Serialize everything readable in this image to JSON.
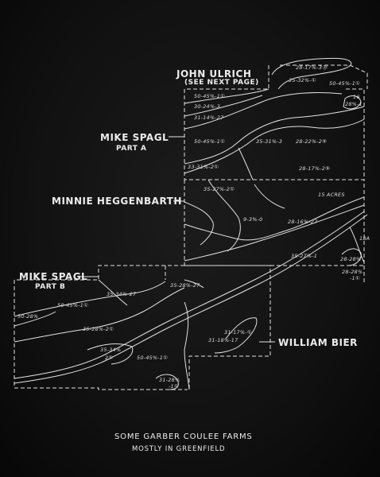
{
  "owners": {
    "john_ulrich": "JOHN ULRICH",
    "john_ulrich_note": "(SEE NEXT PAGE)",
    "mike_spagl_a": "MIKE SPAGL",
    "part_a": "PART A",
    "minnie": "MINNIE HEGGENBARTH",
    "mike_spagl_b": "MIKE SPAGL",
    "part_b": "PART B",
    "william_bier": "WILLIAM BIER"
  },
  "soil_labels": [
    "28-17%-3Ⓓ",
    "35-32%-①",
    "50-45%-1①",
    "50-45%-1①",
    "30-24%-3",
    "31-14%-27",
    "28%-1",
    "16",
    "50-45%-1①",
    "35-31%-3",
    "28-22%-2⑨",
    "33-31%-2①",
    "28-17%-2⑨",
    "35-27%-2①",
    "15 ACRES",
    "9-3%-0",
    "28-16%-27",
    "35-27%-1",
    "18A",
    "28-28%",
    "28-28%",
    "-1①",
    "35-34%-27",
    "35-28%-27",
    "50-28%",
    "50-45%-1①",
    "35-28%-2①",
    "35-34%",
    "2①",
    "50-45%-1①",
    "31-18%-17",
    "31-17%-①",
    "31-28%",
    "-1①"
  ],
  "caption": {
    "line1": "SOME GARBER COULEE FARMS",
    "line2": "MOSTLY IN GREENFIELD"
  },
  "colors": {
    "background": "#111111",
    "ink": "#e8e8e8"
  }
}
